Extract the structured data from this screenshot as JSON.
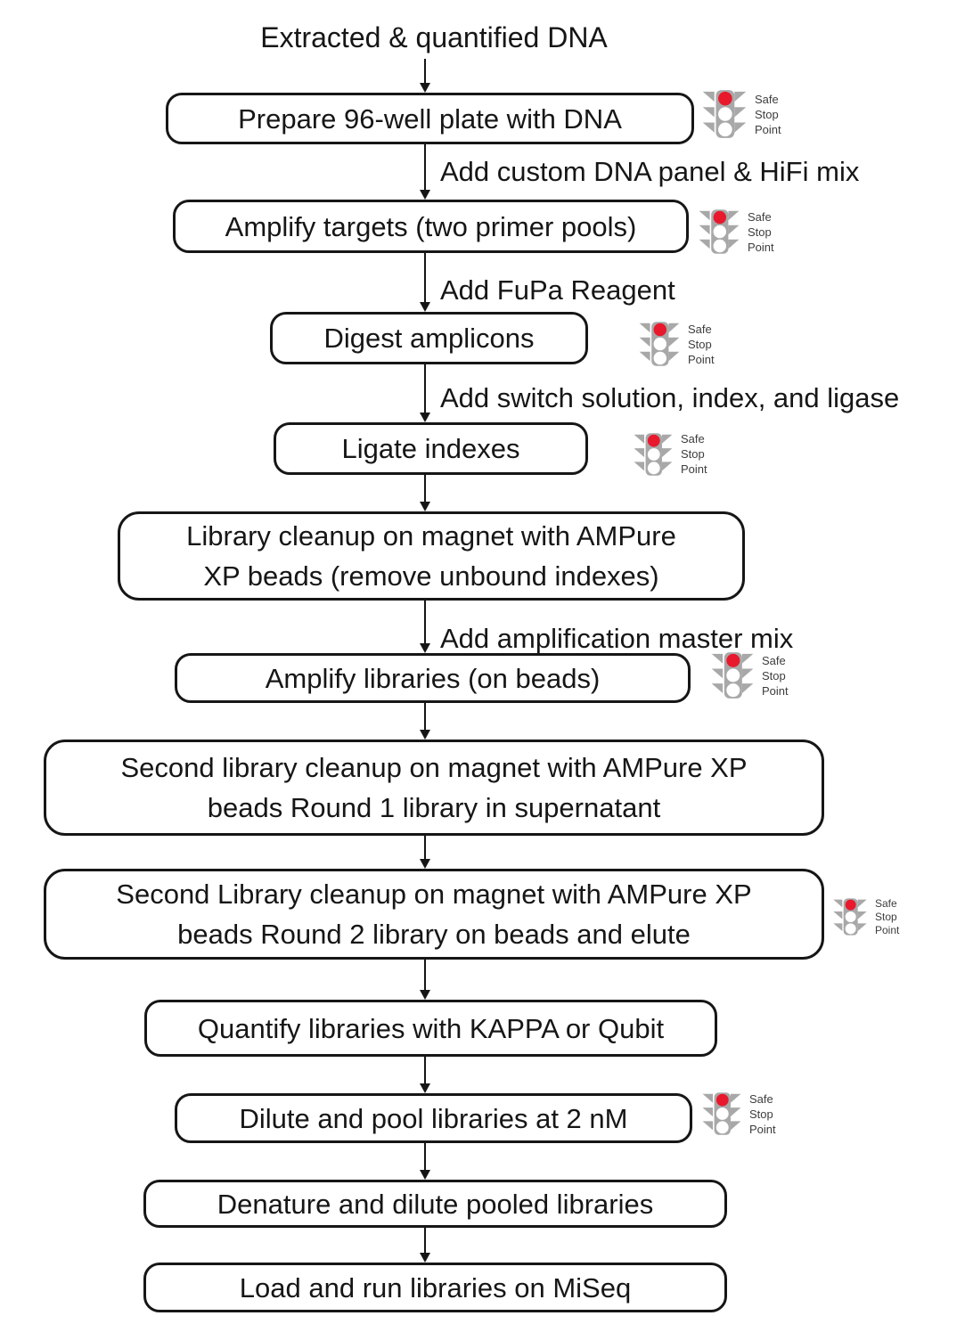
{
  "diagram": {
    "title": "Extracted & quantified DNA",
    "safe_stop_label": {
      "line1": "Safe",
      "line2": "Stop",
      "line3": "Point"
    },
    "colors": {
      "stoplight_red": "#e8192d",
      "stoplight_gray": "#a8a8a8",
      "box_border": "#161616",
      "text": "#161616"
    },
    "steps": [
      {
        "label": "Prepare 96-well plate with DNA",
        "safe_stop_point": true
      },
      {
        "label": "Amplify targets (two primer pools)",
        "safe_stop_point": true
      },
      {
        "label": "Digest amplicons",
        "safe_stop_point": true
      },
      {
        "label": "Ligate indexes",
        "safe_stop_point": true
      },
      {
        "lines": [
          "Library cleanup on magnet with AMPure",
          "XP beads (remove unbound indexes)"
        ],
        "safe_stop_point": false
      },
      {
        "label": "Amplify libraries (on beads)",
        "safe_stop_point": true
      },
      {
        "lines": [
          "Second library cleanup on magnet with AMPure XP",
          "beads Round 1 library in supernatant"
        ],
        "safe_stop_point": false
      },
      {
        "lines": [
          "Second Library cleanup on magnet with AMPure XP",
          "beads Round 2 library on beads and elute"
        ],
        "safe_stop_point": true
      },
      {
        "label": "Quantify libraries with KAPPA or Qubit",
        "safe_stop_point": false
      },
      {
        "label": "Dilute and pool libraries at 2 nM",
        "safe_stop_point": true
      },
      {
        "label": "Denature and dilute pooled libraries",
        "safe_stop_point": false
      },
      {
        "label": "Load and run libraries on MiSeq",
        "safe_stop_point": false
      }
    ],
    "edge_labels": [
      "Add custom DNA panel & HiFi mix",
      "Add FuPa Reagent",
      "Add switch solution, index, and ligase",
      "Add amplification master mix"
    ]
  }
}
